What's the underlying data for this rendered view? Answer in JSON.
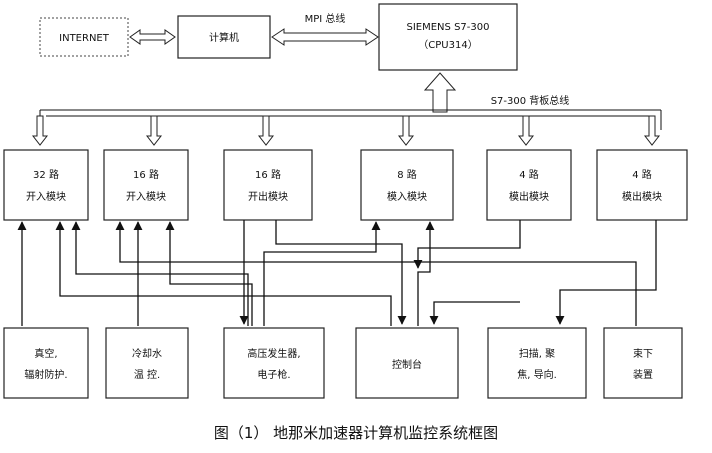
{
  "top": {
    "internet": "INTERNET",
    "computer": "计算机",
    "mpi_bus": "MPI 总线",
    "plc_line1": "SIEMENS S7-300",
    "plc_line2": "（CPU314）",
    "backplane_bus": "S7-300  背板总线"
  },
  "modules": [
    {
      "line1": "32 路",
      "line2": "开入模块"
    },
    {
      "line1": "16 路",
      "line2": "开入模块"
    },
    {
      "line1": "16 路",
      "line2": "开出模块"
    },
    {
      "line1": "8 路",
      "line2": "模入模块"
    },
    {
      "line1": "4 路",
      "line2": "模出模块"
    },
    {
      "line1": "4 路",
      "line2": "模出模块"
    }
  ],
  "devices": [
    {
      "line1": "真空,",
      "line2": "辐射防护."
    },
    {
      "line1": "冷却水",
      "line2": "温  控."
    },
    {
      "line1": "高压发生器,",
      "line2": "电子枪."
    },
    {
      "line1": "控制台",
      "line2": ""
    },
    {
      "line1": "扫描, 聚",
      "line2": "焦, 导向."
    },
    {
      "line1": "束下",
      "line2": "装置"
    }
  ],
  "caption": "图（1）  地那米加速器计算机监控系统框图"
}
